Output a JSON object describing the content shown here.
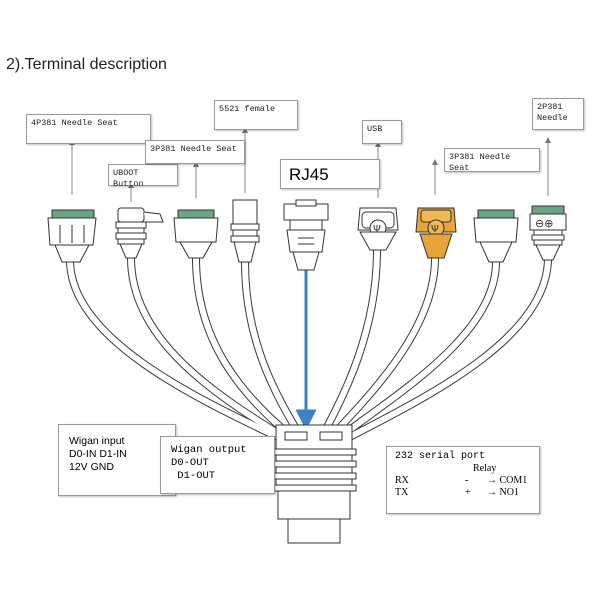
{
  "heading": "2).Terminal description",
  "connectors": [
    {
      "label": "4P381 Needle Seat"
    },
    {
      "label": "UBOOT Button"
    },
    {
      "label": "3P381 Needle Seat"
    },
    {
      "label": "5521 female"
    },
    {
      "label": "RJ45"
    },
    {
      "label": "USB"
    },
    {
      "label": "3P381 Needle Seat"
    },
    {
      "label_lines": [
        "2P381",
        "Needle"
      ]
    }
  ],
  "wigan_input": {
    "lines": [
      "Wigan input",
      "D0-IN D1-IN",
      "12V GND"
    ]
  },
  "wigan_output": {
    "lines": [
      "Wigan output",
      "D0-OUT",
      " D1-OUT"
    ]
  },
  "serial_port": {
    "title": "232 serial port",
    "relay_label": "Relay",
    "rows": [
      {
        "pin": "RX",
        "sign": "-",
        "target": "→ COM1"
      },
      {
        "pin": "TX",
        "sign": "+",
        "target": "→ NO1"
      }
    ]
  },
  "colors": {
    "cable": "#ffffff",
    "cable_outline": "#3a3a3a",
    "green_terminal": "#6aa684",
    "orange_usb": "#e5a53a",
    "blue_line": "#3d82c4"
  }
}
